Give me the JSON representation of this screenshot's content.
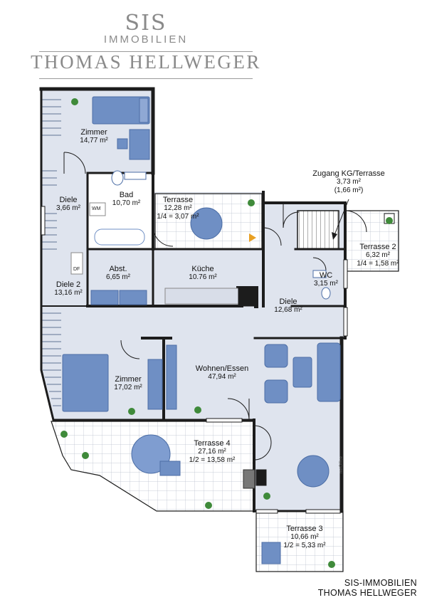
{
  "logo": {
    "line1": "SIS",
    "line2": "IMMOBILIEN",
    "line3": "THOMAS HELLWEGER"
  },
  "rooms": [
    {
      "id": "zimmer-1",
      "name": "Zimmer",
      "area": "14,77 m²"
    },
    {
      "id": "diele-1",
      "name": "Diele",
      "area": "3,66 m²"
    },
    {
      "id": "bad",
      "name": "Bad",
      "area": "10,70 m²"
    },
    {
      "id": "terrasse-1",
      "name": "Terrasse",
      "area": "12,28 m²",
      "share": "1/4 = 3,07 m²"
    },
    {
      "id": "zugang",
      "name": "Zugang KG/Terrasse",
      "area": "3,73 m²",
      "share": "(1,66 m²)"
    },
    {
      "id": "terrasse-2",
      "name": "Terrasse 2",
      "area": "6,32 m²",
      "share": "1/4 = 1,58 m²"
    },
    {
      "id": "abst",
      "name": "Abst.",
      "area": "6,65 m²"
    },
    {
      "id": "kueche",
      "name": "Küche",
      "area": "10.76 m²"
    },
    {
      "id": "wc",
      "name": "WC",
      "area": "3,15 m²"
    },
    {
      "id": "diele-2",
      "name": "Diele 2",
      "area": "13,16 m²"
    },
    {
      "id": "diele-3",
      "name": "Diele",
      "area": "12,68 m²"
    },
    {
      "id": "zimmer-2",
      "name": "Zimmer",
      "area": "17,02 m²"
    },
    {
      "id": "wohnen",
      "name": "Wohnen/Essen",
      "area": "47,94 m²"
    },
    {
      "id": "terrasse-4",
      "name": "Terrasse 4",
      "area": "27,16 m²",
      "share": "1/2 = 13,58 m²"
    },
    {
      "id": "terrasse-3",
      "name": "Terrasse 3",
      "area": "10,66 m²",
      "share": "1/2 = 5,33 m²"
    }
  ],
  "labels": {
    "wm": "WM",
    "df": "DF",
    "brand": "netOffice"
  },
  "footer": {
    "line1": "SIS-IMMOBILIEN",
    "line2": "THOMAS HELLWEGER"
  },
  "colors": {
    "wall": "#1c1c1c",
    "floor": "#dfe4ee",
    "furniture": "#6f8fc4",
    "furniture_dark": "#4c6ea6",
    "plant": "#3f8a3a",
    "shade": "#c9d0dd"
  }
}
